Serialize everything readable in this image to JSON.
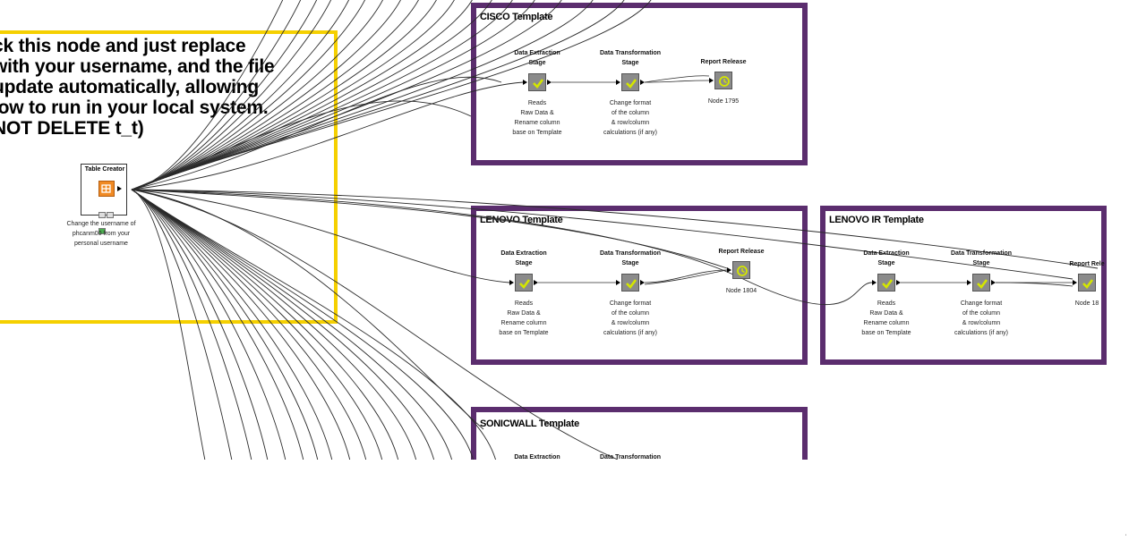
{
  "annotation": {
    "text_lines": [
      "ck this node and just replace",
      "with your username, and the file",
      "update automatically, allowing",
      "low to run in your local system.",
      "NOT DELETE t_t)"
    ]
  },
  "table_creator": {
    "title": "Table Creator",
    "description": "Change the username of\nphcanm00 from your\npersonal username"
  },
  "metanodes": [
    {
      "title": "CISCO Template",
      "nodes": [
        {
          "label": "Data Extraction\nStage",
          "status": "check",
          "desc": "Reads\nRaw Data &\nRename column\nbase on Template"
        },
        {
          "label": "Data Transformation\nStage",
          "status": "check",
          "desc": "Change format\nof the column\n& row/column\ncalculations (if any)"
        },
        {
          "label": "Report Release",
          "status": "clock",
          "desc": "Node 1795"
        }
      ]
    },
    {
      "title": "LENOVO Template",
      "nodes": [
        {
          "label": "Data Extraction\nStage",
          "status": "check",
          "desc": "Reads\nRaw Data &\nRename column\nbase on Template"
        },
        {
          "label": "Data Transformation\nStage",
          "status": "check",
          "desc": "Change format\nof the column\n& row/column\ncalculations (if any)"
        },
        {
          "label": "Report Release",
          "status": "clock",
          "desc": "Node 1804"
        }
      ]
    },
    {
      "title": "LENOVO IR Template",
      "nodes": [
        {
          "label": "Data Extraction\nStage",
          "status": "check",
          "desc": "Reads\nRaw Data &\nRename column\nbase on Template"
        },
        {
          "label": "Data Transformation\nStage",
          "status": "check",
          "desc": "Change format\nof the column\n& row/column\ncalculations (if any)"
        },
        {
          "label": "Report Rele",
          "status": "check",
          "desc": "Node 18"
        }
      ]
    },
    {
      "title": "SONICWALL Template",
      "nodes": [
        {
          "label": "Data Extraction",
          "status": "none",
          "desc": ""
        },
        {
          "label": "Data Transformation",
          "status": "none",
          "desc": ""
        }
      ]
    }
  ],
  "colors": {
    "annotation_border": "#f5d000",
    "metanode_border": "#5b2d6e",
    "node_gray": "#8b8b8b",
    "check_yellow": "#d4e600",
    "table_creator_orange": "#f08a24"
  },
  "corner_mark": "'"
}
